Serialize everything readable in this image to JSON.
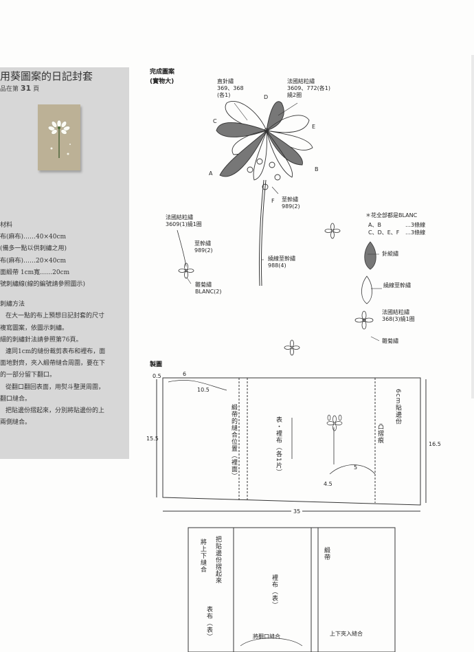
{
  "sidebar": {
    "title": "用葵圖案的日記封套",
    "ref_prefix": "品在第",
    "ref_page": "31",
    "ref_suffix": "頁",
    "materials_heading": "材料",
    "materials": [
      "布(麻布)……40×40cm",
      "(備多一點以供刺繡之用)",
      "布(麻布)……20×40cm",
      "面緞帶 1cm寬……20cm",
      "號刺繡線(線的編號請參照圖示)"
    ],
    "method_heading": "刺繡方法",
    "method": [
      "在大一點的布上預想日記封套的尺寸",
      "複寫圖案，依圖示刺繡。",
      "細的刺繡針法請參照第76頁。",
      "連同1cm的縫份裁剪表布和裡布，面",
      "面地對齊，夾入緞帶縫合周圍，要在下",
      "的一部分留下翻口。",
      "從翻口翻回表面，用熨斗整燙周圍，",
      "翻口縫合。",
      "把貼邊份摺起來，分別將貼邊份的上",
      "兩側縫合。"
    ]
  },
  "pattern": {
    "heading": "完成圖案",
    "subheading": "(實物大)",
    "label_straight": [
      "直針繡",
      "369、368",
      "(各1)"
    ],
    "label_french_top": [
      "法國結粒繡",
      "3609、772(各1)",
      "繞2圈"
    ],
    "letters": [
      "A",
      "B",
      "C",
      "D",
      "E",
      "F"
    ],
    "label_stem_main": [
      "莖幹繡",
      "989(2)"
    ],
    "label_french_left": [
      "法國結粒繡",
      "3609(1)繞1圈"
    ],
    "label_stem_small": [
      "莖幹繡",
      "989(2)"
    ],
    "label_outline_stem": [
      "繞線莖幹繡",
      "988(4)"
    ],
    "label_daisy": [
      "雛菊繡",
      "BLANC(2)"
    ]
  },
  "legend": {
    "note": "＊花全部都是BLANC",
    "ab": "A、B",
    "ab_val": "…3條線",
    "cdef": "C、D、E、F",
    "cdef_val": "…3條線",
    "satin": "針縱繡",
    "stem_outline": "繞線莖幹繡",
    "french": [
      "法國結粒繡",
      "368(3)繞1圈"
    ],
    "daisy": "雛菊繡"
  },
  "construction": {
    "heading": "製圖",
    "dim_05": "0.5",
    "dim_6": "6",
    "dim_105": "10.5",
    "dim_155": "15.5",
    "dim_165": "16.5",
    "dim_35": "35",
    "dim_5": "5",
    "dim_45": "4.5",
    "ribbon_pos": "緞帶的縫合位置（裡面）",
    "front_lining": "表・裡布（各1片）",
    "facing": "6cm貼邊份",
    "fold": "凸摺痕",
    "fold_up": "把貼邊份摺起來",
    "sew_top_bottom": "將上下縫合",
    "lining_face": "裡布（表）",
    "outer_face": "表布（表）",
    "ribbon": "緞帶",
    "sew_opening": "將翻口縫合",
    "sandwich_sew": "上下夾入縫合"
  }
}
